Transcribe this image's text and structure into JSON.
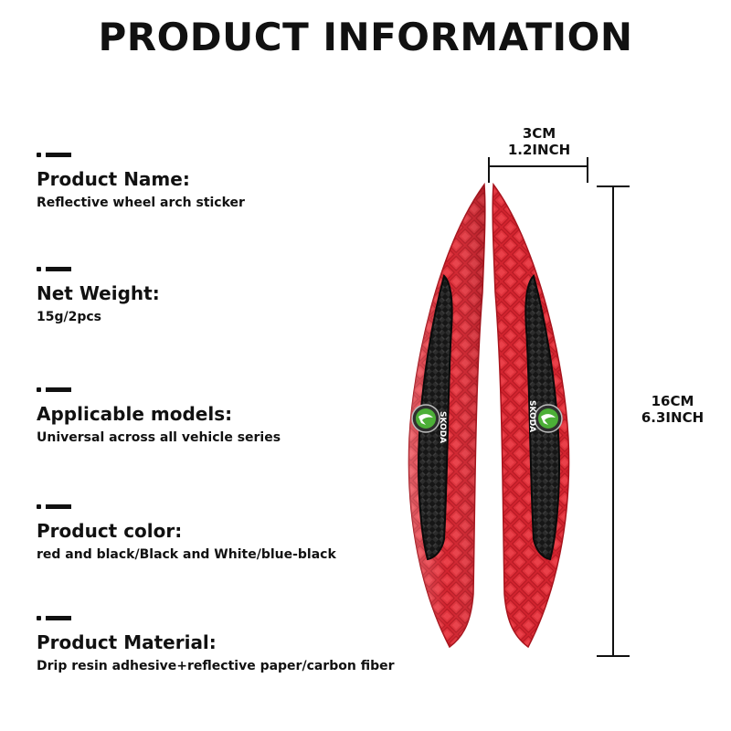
{
  "title": "PRODUCT INFORMATION",
  "specs": [
    {
      "label": "Product Name:",
      "value": "Reflective wheel arch sticker"
    },
    {
      "label": "Net Weight:",
      "value": "15g/2pcs"
    },
    {
      "label": "Applicable models:",
      "value": "Universal across all vehicle series"
    },
    {
      "label": "Product color:",
      "value": "red and black/Black and White/blue-black"
    },
    {
      "label": "Product Material:",
      "value": "Drip resin adhesive+reflective paper/carbon fiber"
    }
  ],
  "dimensions": {
    "width_cm": "3CM",
    "width_inch": "1.2INCH",
    "height_cm": "16CM",
    "height_inch": "6.3INCH"
  },
  "product": {
    "brand_text": "SKODA",
    "colors": {
      "red": "#d3242f",
      "carbon": "#1b1b1b",
      "logo_green": "#4caf37"
    }
  }
}
